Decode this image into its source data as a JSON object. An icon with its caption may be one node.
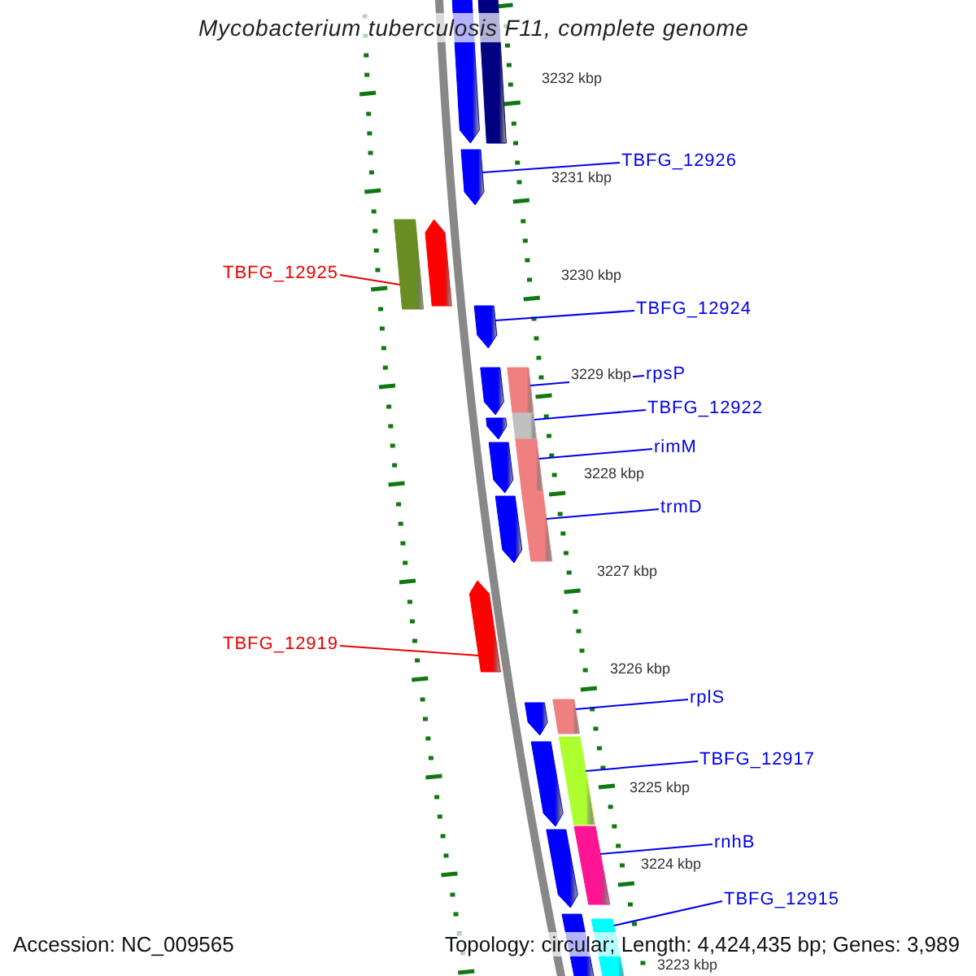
{
  "diagram": {
    "title": "Mycobacterium tuberculosis F11, complete genome",
    "nodes": [
      {
        "text": [
          "TBFG_12926"
        ]
      },
      {
        "text": [
          "TBFG_12925"
        ]
      },
      {
        "text": [
          "TBFG_12924"
        ]
      },
      {
        "text": [
          "rpsP"
        ]
      },
      {
        "text": [
          "TBFG_12922"
        ]
      },
      {
        "text": [
          "rimM"
        ]
      },
      {
        "text": [
          "trmD"
        ]
      },
      {
        "text": [
          "TBFG_12919"
        ]
      },
      {
        "text": [
          "rplS"
        ]
      },
      {
        "text": [
          "TBFG_12917"
        ]
      },
      {
        "text": [
          "rnhB"
        ]
      },
      {
        "text": [
          "TBFG_12915"
        ]
      },
      {
        "text": [],
        "shape": "pentagon"
      },
      {
        "text": [],
        "shape": "bar"
      },
      {
        "text": [],
        "shape": "pentagon"
      },
      {
        "text": [],
        "shape": "pentagon"
      },
      {
        "text": [],
        "shape": "bar"
      },
      {
        "text": [],
        "shape": "pentagon"
      },
      {
        "text": [],
        "shape": "pentagon"
      },
      {
        "text": [],
        "shape": "pentagon"
      },
      {
        "text": [],
        "shape": "pentagon"
      },
      {
        "text": [],
        "shape": "pentagon"
      },
      {
        "text": [],
        "shape": "bar"
      },
      {
        "text": [],
        "shape": "bar"
      },
      {
        "text": [],
        "shape": "bar"
      },
      {
        "text": [],
        "shape": "bar"
      },
      {
        "text": [],
        "shape": "pentagon"
      },
      {
        "text": [],
        "shape": "pentagon"
      },
      {
        "text": [],
        "shape": "pentagon"
      },
      {
        "text": [],
        "shape": "pentagon"
      },
      {
        "text": [],
        "shape": "pentagon"
      },
      {
        "text": [],
        "shape": "bar"
      },
      {
        "text": [],
        "shape": "bar"
      },
      {
        "text": [],
        "shape": "bar"
      },
      {
        "text": [],
        "shape": "bar"
      }
    ],
    "edges": [
      {
        "from": 0,
        "to": 14,
        "arrow": "none"
      },
      {
        "from": 1,
        "to": 16,
        "arrow": "none",
        "color": "#ee0000"
      },
      {
        "from": 2,
        "to": 17,
        "arrow": "none"
      },
      {
        "from": 3,
        "to": 22,
        "arrow": "none"
      },
      {
        "from": 4,
        "to": 23,
        "arrow": "none"
      },
      {
        "from": 5,
        "to": 24,
        "arrow": "none"
      },
      {
        "from": 6,
        "to": 25,
        "arrow": "none"
      },
      {
        "from": 7,
        "to": 26,
        "arrow": "none",
        "color": "#ee0000"
      },
      {
        "from": 8,
        "to": 31,
        "arrow": "none"
      },
      {
        "from": 9,
        "to": 32,
        "arrow": "none"
      },
      {
        "from": 10,
        "to": 33,
        "arrow": "none"
      },
      {
        "from": 11,
        "to": 34,
        "arrow": "none"
      }
    ],
    "labels": [
      "3232 kbp",
      "3231 kbp",
      "3230 kbp",
      "3229 kbp",
      "3228 kbp",
      "3227 kbp",
      "3226 kbp",
      "3225 kbp",
      "3224 kbp",
      "3223 kbp",
      "Accession: NC_009565",
      "Topology: circular; Length: 4,424,435 bp; Genes: 3,989"
    ]
  }
}
